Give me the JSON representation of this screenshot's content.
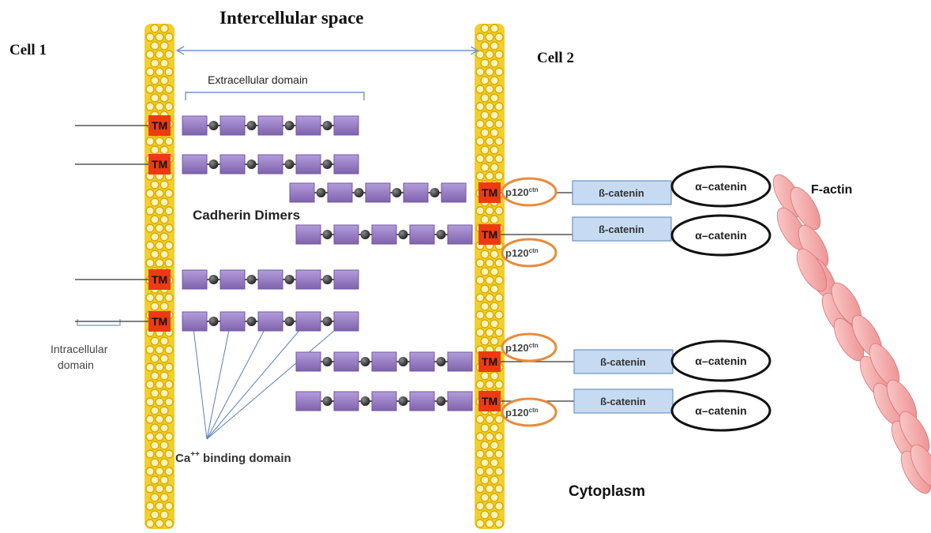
{
  "labels": {
    "cell1": "Cell 1",
    "cell2": "Cell 2",
    "intercellular_space": "Intercellular space",
    "extracellular_domain": "Extracellular domain",
    "cadherin_dimers": "Cadherin Dimers",
    "intracellular_domain_line1": "Intracellular",
    "intracellular_domain_line2": "domain",
    "ca_binding_prefix": "Ca",
    "ca_binding_superscript": "++",
    "ca_binding_suffix": " binding domain",
    "cytoplasm": "Cytoplasm",
    "f_actin": "F-actin",
    "tm": "TM",
    "p120_base": "p120",
    "p120_superscript": "ctn",
    "beta_catenin": "ß-catenin",
    "alpha_catenin": "α–catenin"
  },
  "colors": {
    "membrane": "#f2cf2a",
    "membrane_ring": "#d9a900",
    "tm_box": "#ee3a12",
    "domain_box": "#9b7fc6",
    "domain_box_dark": "#6f58a0",
    "bead": "#3a3a3a",
    "beta_catenin_fill": "#c6daf2",
    "beta_catenin_stroke": "#6f94c6",
    "p120_ring": "#e98b3a",
    "actin": "#f3a4a4",
    "actin_stroke": "#d97373",
    "arrow": "#7096c6",
    "calcium_line": "#5b7fb8"
  },
  "icons": {
    "membrane": "lipid-bilayer-icon",
    "cadherin": "cadherin-molecule-icon",
    "actin": "actin-filament-icon"
  }
}
